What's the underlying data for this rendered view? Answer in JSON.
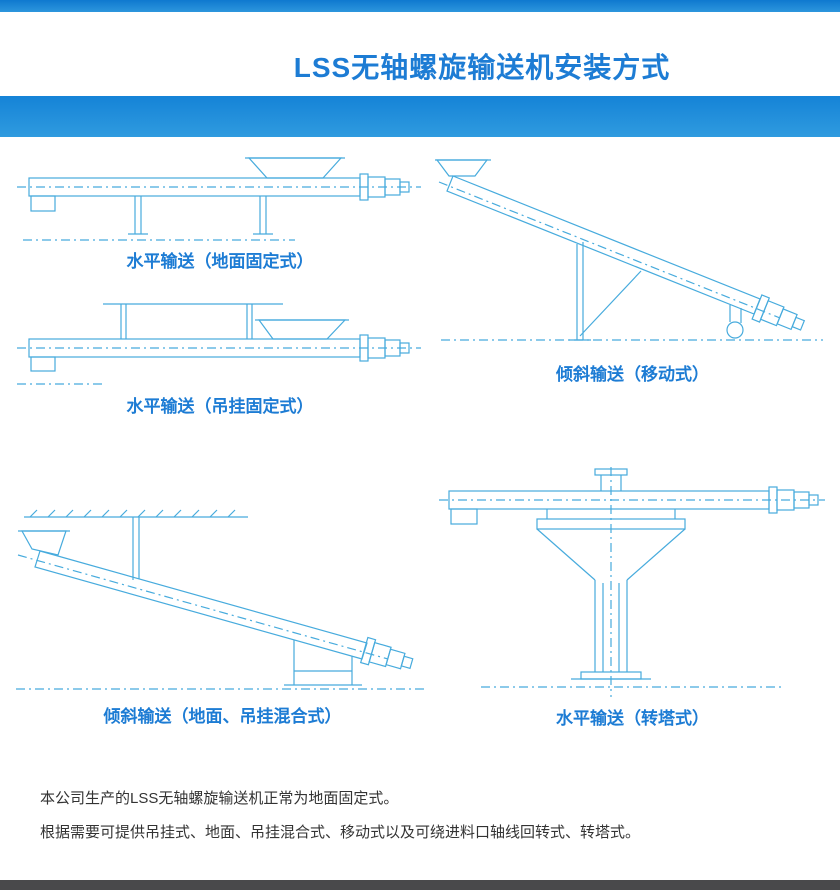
{
  "page": {
    "title": "LSS无轴螺旋输送机安装方式",
    "footer_lines": [
      "本公司生产的LSS无轴螺旋输送机正常为地面固定式。",
      "根据需要可提供吊挂式、地面、吊挂混合式、移动式以及可绕进料口轴线回转式、转塔式。"
    ]
  },
  "diagrams": [
    {
      "id": "horizontal-ground-fixed",
      "caption": "水平输送（地面固定式）"
    },
    {
      "id": "inclined-mobile",
      "caption": "倾斜输送（移动式）"
    },
    {
      "id": "horizontal-hanging-fixed",
      "caption": "水平输送（吊挂固定式）"
    },
    {
      "id": "inclined-ground-hanging-hybrid",
      "caption": "倾斜输送（地面、吊挂混合式）"
    },
    {
      "id": "horizontal-turret",
      "caption": "水平输送（转塔式）"
    }
  ],
  "colors": {
    "accent_blue": "#1d7cd4",
    "band_blue": "#1884d8",
    "drawing_line_blue": "#47abdd",
    "footer_text": "#333333",
    "bottom_bar": "#49494b"
  }
}
